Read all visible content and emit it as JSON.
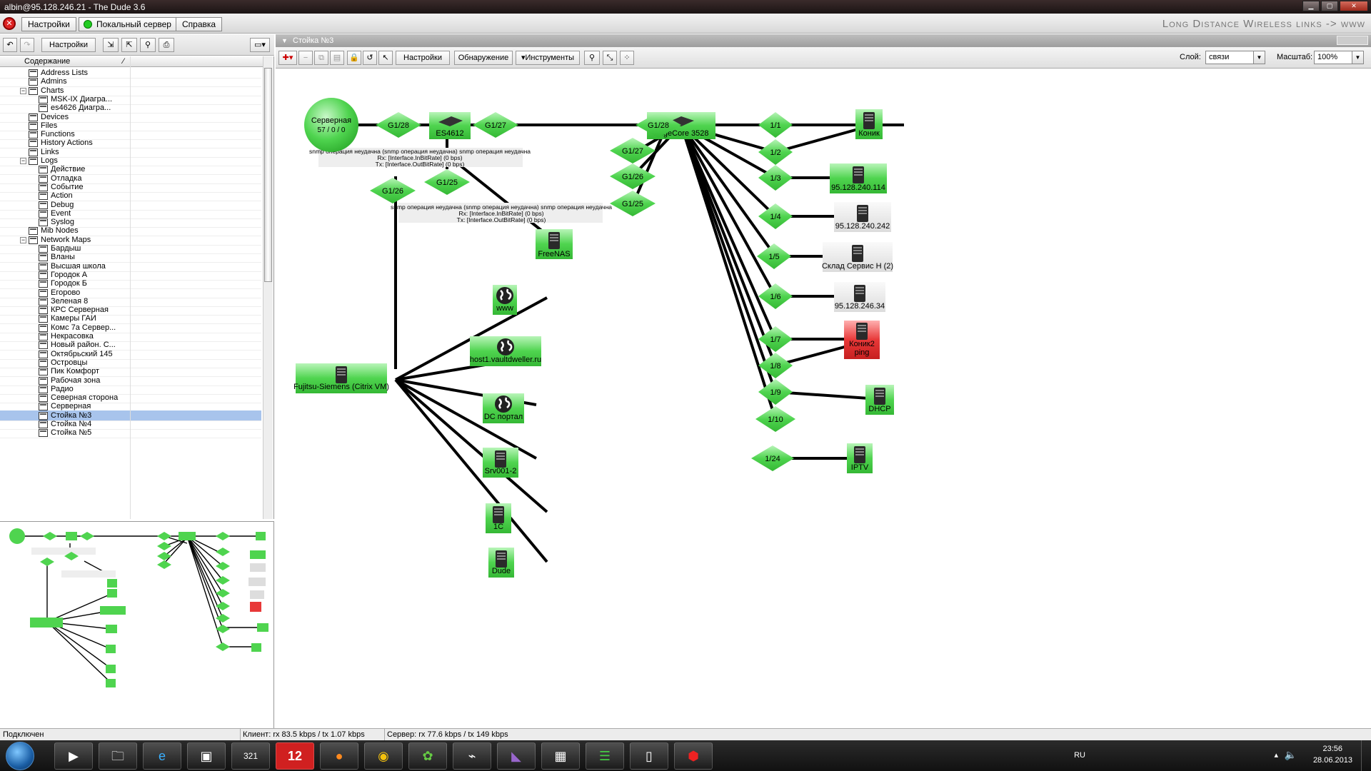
{
  "window": {
    "title": "albin@95.128.246.21 - The Dude 3.6"
  },
  "menu": {
    "settings": "Настройки",
    "local_server": "Покальный сервер",
    "help": "Справка",
    "brand": "Long Distance Wireless links -> www"
  },
  "left_toolbar": {
    "settings": "Настройки"
  },
  "tree": {
    "header": "Содержание",
    "items": [
      {
        "label": "Address Lists",
        "level": 1,
        "expander": ""
      },
      {
        "label": "Admins",
        "level": 1,
        "expander": ""
      },
      {
        "label": "Charts",
        "level": 1,
        "expander": "−"
      },
      {
        "label": "MSK-IX Диагра...",
        "level": 2,
        "expander": ""
      },
      {
        "label": "es4626 Диагра...",
        "level": 2,
        "expander": ""
      },
      {
        "label": "Devices",
        "level": 1,
        "expander": ""
      },
      {
        "label": "Files",
        "level": 1,
        "expander": ""
      },
      {
        "label": "Functions",
        "level": 1,
        "expander": ""
      },
      {
        "label": "History Actions",
        "level": 1,
        "expander": ""
      },
      {
        "label": "Links",
        "level": 1,
        "expander": ""
      },
      {
        "label": "Logs",
        "level": 1,
        "expander": "−"
      },
      {
        "label": "Действие",
        "level": 2,
        "expander": ""
      },
      {
        "label": "Отладка",
        "level": 2,
        "expander": ""
      },
      {
        "label": "Событие",
        "level": 2,
        "expander": ""
      },
      {
        "label": "Action",
        "level": 2,
        "expander": ""
      },
      {
        "label": "Debug",
        "level": 2,
        "expander": ""
      },
      {
        "label": "Event",
        "level": 2,
        "expander": ""
      },
      {
        "label": "Syslog",
        "level": 2,
        "expander": ""
      },
      {
        "label": "Mib Nodes",
        "level": 1,
        "expander": ""
      },
      {
        "label": "Network Maps",
        "level": 1,
        "expander": "−"
      },
      {
        "label": "Бардыш",
        "level": 2,
        "expander": ""
      },
      {
        "label": "Вланы",
        "level": 2,
        "expander": ""
      },
      {
        "label": "Высшая школа",
        "level": 2,
        "expander": ""
      },
      {
        "label": "Городок А",
        "level": 2,
        "expander": ""
      },
      {
        "label": "Городок Б",
        "level": 2,
        "expander": ""
      },
      {
        "label": "Егорово",
        "level": 2,
        "expander": ""
      },
      {
        "label": "Зеленая 8",
        "level": 2,
        "expander": ""
      },
      {
        "label": "КРС Серверная",
        "level": 2,
        "expander": ""
      },
      {
        "label": "Камеры ГАИ",
        "level": 2,
        "expander": ""
      },
      {
        "label": "Комс 7а Сервер...",
        "level": 2,
        "expander": ""
      },
      {
        "label": "Некрасовка",
        "level": 2,
        "expander": ""
      },
      {
        "label": "Новый район. С...",
        "level": 2,
        "expander": ""
      },
      {
        "label": "Октябрьский 145",
        "level": 2,
        "expander": ""
      },
      {
        "label": "Островцы",
        "level": 2,
        "expander": ""
      },
      {
        "label": "Пик Комфорт",
        "level": 2,
        "expander": ""
      },
      {
        "label": "Рабочая зона",
        "level": 2,
        "expander": ""
      },
      {
        "label": "Радио",
        "level": 2,
        "expander": ""
      },
      {
        "label": "Северная сторона",
        "level": 2,
        "expander": ""
      },
      {
        "label": "Серверная",
        "level": 2,
        "expander": ""
      },
      {
        "label": "Стойка №3",
        "level": 2,
        "expander": "",
        "selected": true
      },
      {
        "label": "Стойка №4",
        "level": 2,
        "expander": ""
      },
      {
        "label": "Стойка №5",
        "level": 2,
        "expander": ""
      }
    ]
  },
  "map": {
    "title": "Стойка №3",
    "toolbar": {
      "settings": "Настройки",
      "discovery": "Обнаружение",
      "tools": "Инструменты",
      "layer_label": "Слой:",
      "layer_value": "связи",
      "zoom_label": "Масштаб:",
      "zoom_value": "100%"
    },
    "server_node": {
      "line1": "Серверная",
      "line2": "57 / 0 / 0"
    },
    "devices": {
      "es4612": "ES4612",
      "edgecore": "EdgeCore 3528",
      "freenas": "FreeNAS",
      "www": "www",
      "host1": "host1.vaultdweller.ru",
      "fujitsu": "Fujitsu-Siemens (Citrix VM)",
      "dc": "DC портал",
      "srv001": "Srv001-2",
      "c1": "1C",
      "dude": "Dude",
      "konik": "Коник",
      "d114": "95.128.240.114",
      "d242": "95.128.240.242",
      "sklad": "Склад Сервис Н (2)",
      "d34": "95.128.246.34",
      "konik2": "Коник2",
      "konik2_sub": "ping",
      "dhcp": "DHCP",
      "iptv": "IPTV"
    },
    "ports": {
      "p1": "G1/28",
      "p2": "G1/27",
      "p3": "G1/26",
      "p4": "G1/25",
      "e1": "G1/28",
      "e2": "G1/27",
      "e3": "G1/26",
      "e4": "G1/25",
      "r1": "1/1",
      "r2": "1/2",
      "r3": "1/3",
      "r4": "1/4",
      "r5": "1/5",
      "r6": "1/6",
      "r7": "1/7",
      "r8": "1/8",
      "r9": "1/9",
      "r10": "1/10",
      "r24": "1/24"
    },
    "link_labels": {
      "a1": "snmp операция неудачна (snmp операция неудачна) snmp операция неудачна",
      "a2": "Rx: [Interface.InBitRate] (0 bps)",
      "a3": "Tx: [Interface.OutBitRate] (0 bps)",
      "b1": "snmp операция неудачна (snmp операция неудачна) snmp операция неудачна",
      "b2": "Rx: [Interface.InBitRate] (0 bps)",
      "b3": "Tx: [Interface.OutBitRate] (0 bps)"
    }
  },
  "status": {
    "state": "Подключен",
    "client": "Клиент: rx 83.5 kbps / tx 1.07 kbps",
    "server": "Сервер: rx 77.6 kbps / tx 149 kbps"
  },
  "taskbar": {
    "lang": "RU",
    "time": "23:56",
    "date": "28.06.2013",
    "calendar_day": "321",
    "badge": "12"
  },
  "colors": {
    "node_green": "#4fd44f",
    "node_red": "#e83838",
    "node_gray": "#e6e6e6",
    "selection": "#a8c4ec"
  }
}
